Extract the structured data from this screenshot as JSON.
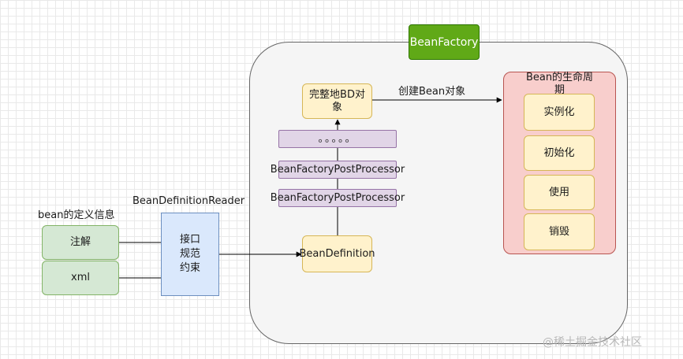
{
  "labels": {
    "definition_info": "bean的定义信息",
    "reader": "BeanDefinitionReader",
    "create_bean": "创建Bean对象",
    "watermark": "@稀土掘金技术社区"
  },
  "bean_factory": {
    "title": "BeanFactory"
  },
  "sources": [
    "注解",
    "xml"
  ],
  "interface_box": {
    "line1": "接口",
    "line2": "规范",
    "line3": "约束"
  },
  "bean_definition": "BeanDefinition",
  "post_processors": [
    "BeanFactoryPostProcessor",
    "BeanFactoryPostProcessor"
  ],
  "ellipsis": "。。。。。",
  "complete_bd": {
    "line1": "完整地BD对",
    "line2": "象"
  },
  "lifecycle": {
    "title_line1": "Bean的生命周",
    "title_line2": "期",
    "stages": [
      "实例化",
      "初始化",
      "使用",
      "销毁"
    ]
  },
  "colors": {
    "green_fill": "#d5e8d4",
    "green_border": "#82b366",
    "blue_fill": "#dae8fc",
    "blue_border": "#6c8ebf",
    "yellow_fill": "#fff2cc",
    "yellow_border": "#d6b656",
    "purple_fill": "#e1d5e7",
    "purple_border": "#9673a6",
    "red_fill": "#f8cecc",
    "red_border": "#b85450",
    "factory_title_fill": "#60a917"
  }
}
